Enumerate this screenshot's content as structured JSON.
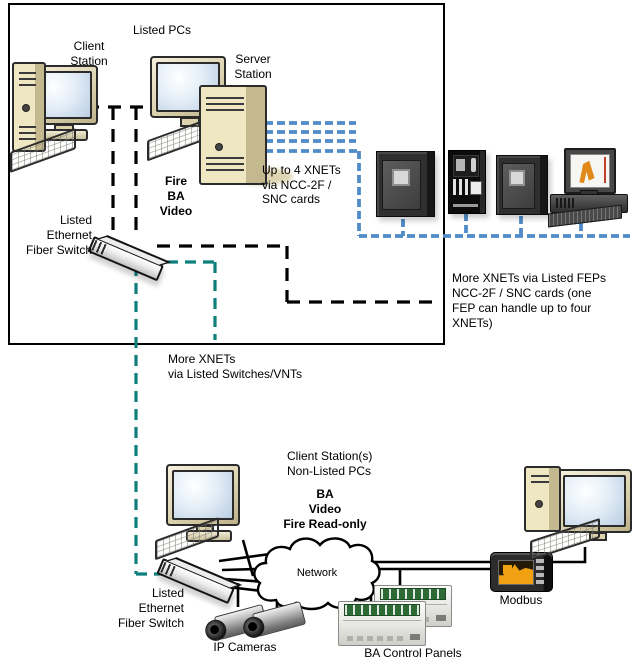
{
  "colors": {
    "dashed_black": "#000000",
    "dashed_blue": "#4e8bc8",
    "dashed_teal": "#0e807c",
    "pc_beige": "#e3d9b5",
    "fire_panel_dark": "#2f2f2f",
    "modbus_screen_orange": "#f0a010",
    "din_terminal_green": "#2d6b36"
  },
  "labels": {
    "listed_pcs": "Listed PCs",
    "client_station": [
      "Client",
      "Station"
    ],
    "server_station": [
      "Server",
      "Station"
    ],
    "fire_ba_video": [
      "Fire",
      "BA",
      "Video"
    ],
    "switch_top": [
      "Listed",
      "Ethernet",
      "Fiber Switch"
    ],
    "up_to_4_xnets": [
      "Up to 4 XNETs",
      "via NCC-2F /",
      "SNC cards"
    ],
    "more_xnets_feps": [
      "More XNETs via Listed  FEPs",
      "NCC-2F / SNC cards (one",
      "FEP can handle up to four",
      "XNETs)"
    ],
    "more_xnets_switches": [
      "More XNETs",
      "via Listed Switches/VNTs"
    ],
    "client_stations_bottom": [
      "Client Station(s)",
      "Non-Listed PCs"
    ],
    "ba_video_fire_readonly": [
      "BA",
      "Video",
      "Fire Read-only"
    ],
    "network": "Network",
    "switch_bottom": [
      "Listed",
      "Ethernet",
      "Fiber Switch"
    ],
    "ip_cameras": "IP Cameras",
    "ba_control_panels": "BA Control Panels",
    "modbus": "Modbus"
  }
}
